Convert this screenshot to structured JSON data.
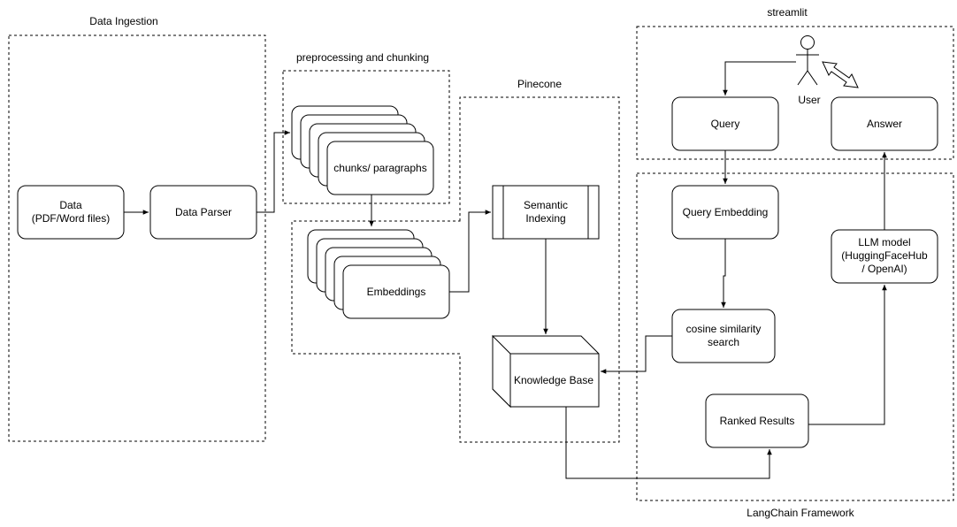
{
  "groups": {
    "data_ingestion": "Data Ingestion",
    "preprocessing": "preprocessing and chunking",
    "pinecone": "Pinecone",
    "streamlit": "streamlit",
    "langchain": "LangChain Framework"
  },
  "nodes": {
    "data_line1": "Data",
    "data_line2": "(PDF/Word files)",
    "data_parser": "Data Parser",
    "chunks": "chunks/ paragraphs",
    "embeddings": "Embeddings",
    "semantic_line1": "Semantic",
    "semantic_line2": "Indexing",
    "knowledge_base": "Knowledge Base",
    "user": "User",
    "query": "Query",
    "answer": "Answer",
    "query_embedding": "Query Embedding",
    "cosine_line1": "cosine similarity",
    "cosine_line2": "search",
    "llm_line1": "LLM model",
    "llm_line2": "(HuggingFaceHub",
    "llm_line3": "/ OpenAI)",
    "ranked_results": "Ranked Results"
  }
}
